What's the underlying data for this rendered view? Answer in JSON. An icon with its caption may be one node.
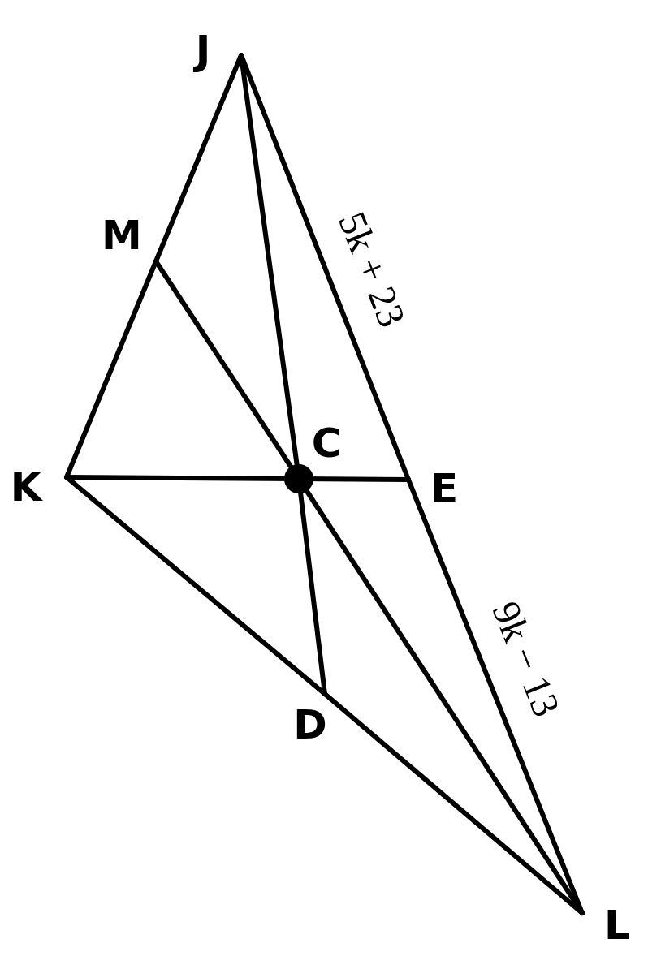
{
  "diagram": {
    "nodes": [
      {
        "text": [
          "J"
        ]
      },
      {
        "text": [
          "M"
        ]
      },
      {
        "text": [
          "K"
        ]
      },
      {
        "text": [
          "C"
        ]
      },
      {
        "text": [
          "E"
        ]
      },
      {
        "text": [
          "D"
        ]
      },
      {
        "text": [
          "L"
        ]
      }
    ],
    "edges": [
      {
        "from": 0,
        "to": 1,
        "arrow": "none"
      },
      {
        "from": 1,
        "to": 2,
        "arrow": "none"
      },
      {
        "from": 0,
        "to": 4,
        "arrow": "none",
        "label": "5k + 23"
      },
      {
        "from": 4,
        "to": 6,
        "arrow": "none",
        "label": "9k − 13"
      },
      {
        "from": 2,
        "to": 5,
        "arrow": "none"
      },
      {
        "from": 5,
        "to": 6,
        "arrow": "none"
      },
      {
        "from": 2,
        "to": 3,
        "arrow": "none"
      },
      {
        "from": 3,
        "to": 4,
        "arrow": "none"
      },
      {
        "from": 1,
        "to": 3,
        "arrow": "none"
      },
      {
        "from": 3,
        "to": 6,
        "arrow": "none"
      },
      {
        "from": 0,
        "to": 3,
        "arrow": "none"
      },
      {
        "from": 3,
        "to": 5,
        "arrow": "none"
      }
    ]
  }
}
